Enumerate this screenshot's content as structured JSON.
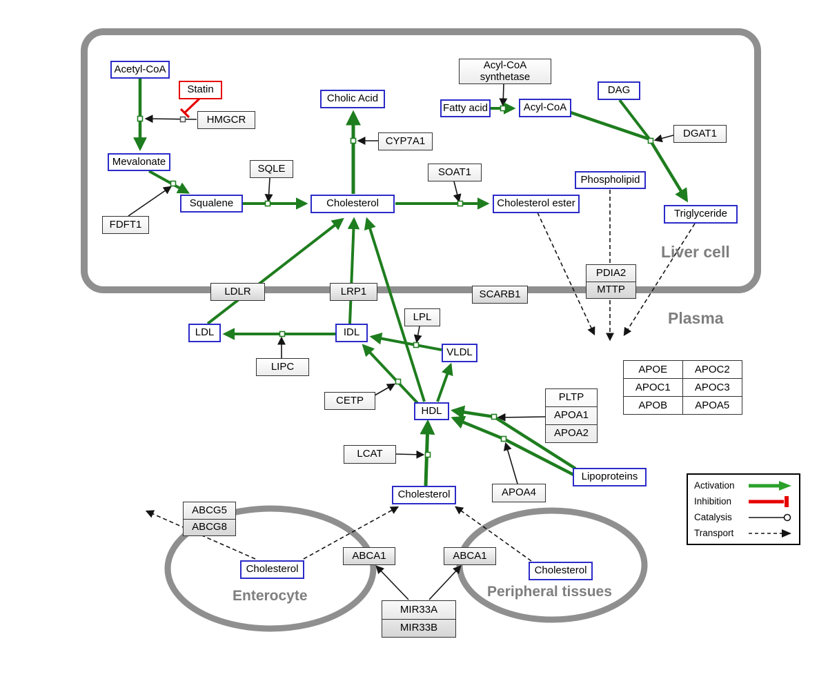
{
  "regions": {
    "liver": {
      "label": "Liver cell"
    },
    "plasma": {
      "label": "Plasma"
    },
    "enterocyte": {
      "label": "Enterocyte"
    },
    "peripheral": {
      "label": "Peripheral tissues"
    }
  },
  "nodes": {
    "acetyl_coa": {
      "label": "Acetyl-CoA",
      "type": "metabolite"
    },
    "statin": {
      "label": "Statin",
      "type": "inhibitor"
    },
    "hmgcr": {
      "label": "HMGCR",
      "type": "enzyme"
    },
    "mevalonate": {
      "label": "Mevalonate",
      "type": "metabolite"
    },
    "fdft1": {
      "label": "FDFT1",
      "type": "enzyme"
    },
    "squalene": {
      "label": "Squalene",
      "type": "metabolite"
    },
    "sqle": {
      "label": "SQLE",
      "type": "enzyme"
    },
    "cholic_acid": {
      "label": "Cholic Acid",
      "type": "metabolite"
    },
    "cyp7a1": {
      "label": "CYP7A1",
      "type": "enzyme"
    },
    "cholesterol_liver": {
      "label": "Cholesterol",
      "type": "metabolite"
    },
    "soat1": {
      "label": "SOAT1",
      "type": "enzyme"
    },
    "cholesterol_ester": {
      "label": "Cholesterol ester",
      "type": "metabolite"
    },
    "acyl_coa_synthetase": {
      "line1": "Acyl-CoA",
      "line2": "synthetase",
      "type": "enzyme"
    },
    "fatty_acid": {
      "label": "Fatty acid",
      "type": "metabolite"
    },
    "acyl_coa": {
      "label": "Acyl-CoA",
      "type": "metabolite"
    },
    "dag": {
      "label": "DAG",
      "type": "metabolite"
    },
    "dgat1": {
      "label": "DGAT1",
      "type": "enzyme"
    },
    "phospholipid": {
      "label": "Phospholipid",
      "type": "metabolite"
    },
    "triglyceride": {
      "label": "Triglyceride",
      "type": "metabolite"
    },
    "ldlr": {
      "label": "LDLR",
      "type": "receptor"
    },
    "lrp1": {
      "label": "LRP1",
      "type": "receptor"
    },
    "scarb1": {
      "label": "SCARB1",
      "type": "receptor"
    },
    "pdia2": {
      "label": "PDIA2",
      "type": "protein"
    },
    "mttp": {
      "label": "MTTP",
      "type": "protein"
    },
    "ldl": {
      "label": "LDL",
      "type": "metabolite"
    },
    "idl": {
      "label": "IDL",
      "type": "metabolite"
    },
    "vldl": {
      "label": "VLDL",
      "type": "metabolite"
    },
    "hdl": {
      "label": "HDL",
      "type": "metabolite"
    },
    "lipc": {
      "label": "LIPC",
      "type": "enzyme"
    },
    "lpl": {
      "label": "LPL",
      "type": "enzyme"
    },
    "cetp": {
      "label": "CETP",
      "type": "enzyme"
    },
    "lcat": {
      "label": "LCAT",
      "type": "enzyme"
    },
    "pltp": {
      "label": "PLTP",
      "type": "protein"
    },
    "apoa1": {
      "label": "APOA1",
      "type": "protein"
    },
    "apoa2": {
      "label": "APOA2",
      "type": "protein"
    },
    "apoa4": {
      "label": "APOA4",
      "type": "protein"
    },
    "lipoproteins": {
      "label": "Lipoproteins",
      "type": "metabolite"
    },
    "cholesterol_plasma": {
      "label": "Cholesterol",
      "type": "metabolite"
    },
    "abcg5": {
      "label": "ABCG5",
      "type": "transporter"
    },
    "abcg8": {
      "label": "ABCG8",
      "type": "transporter"
    },
    "cholesterol_enterocyte": {
      "label": "Cholesterol",
      "type": "metabolite"
    },
    "abca1_enterocyte": {
      "label": "ABCA1",
      "type": "transporter"
    },
    "abca1_peripheral": {
      "label": "ABCA1",
      "type": "transporter"
    },
    "cholesterol_peripheral": {
      "label": "Cholesterol",
      "type": "metabolite"
    },
    "mir33a": {
      "label": "MIR33A",
      "type": "rna"
    },
    "mir33b": {
      "label": "MIR33B",
      "type": "rna"
    }
  },
  "apo_table": {
    "cells": [
      [
        "APOE",
        "APOC2"
      ],
      [
        "APOC1",
        "APOC3"
      ],
      [
        "APOB",
        "APOA5"
      ]
    ]
  },
  "legend": {
    "items": [
      {
        "label": "Activation",
        "type": "activation"
      },
      {
        "label": "Inhibition",
        "type": "inhibition"
      },
      {
        "label": "Catalysis",
        "type": "catalysis"
      },
      {
        "label": "Transport",
        "type": "transport"
      }
    ]
  },
  "colors": {
    "activation": "#1e7d1e",
    "inhibition": "#e60000",
    "metabolite_border": "#2a2ac8",
    "membrane": "#8f8f8f"
  }
}
